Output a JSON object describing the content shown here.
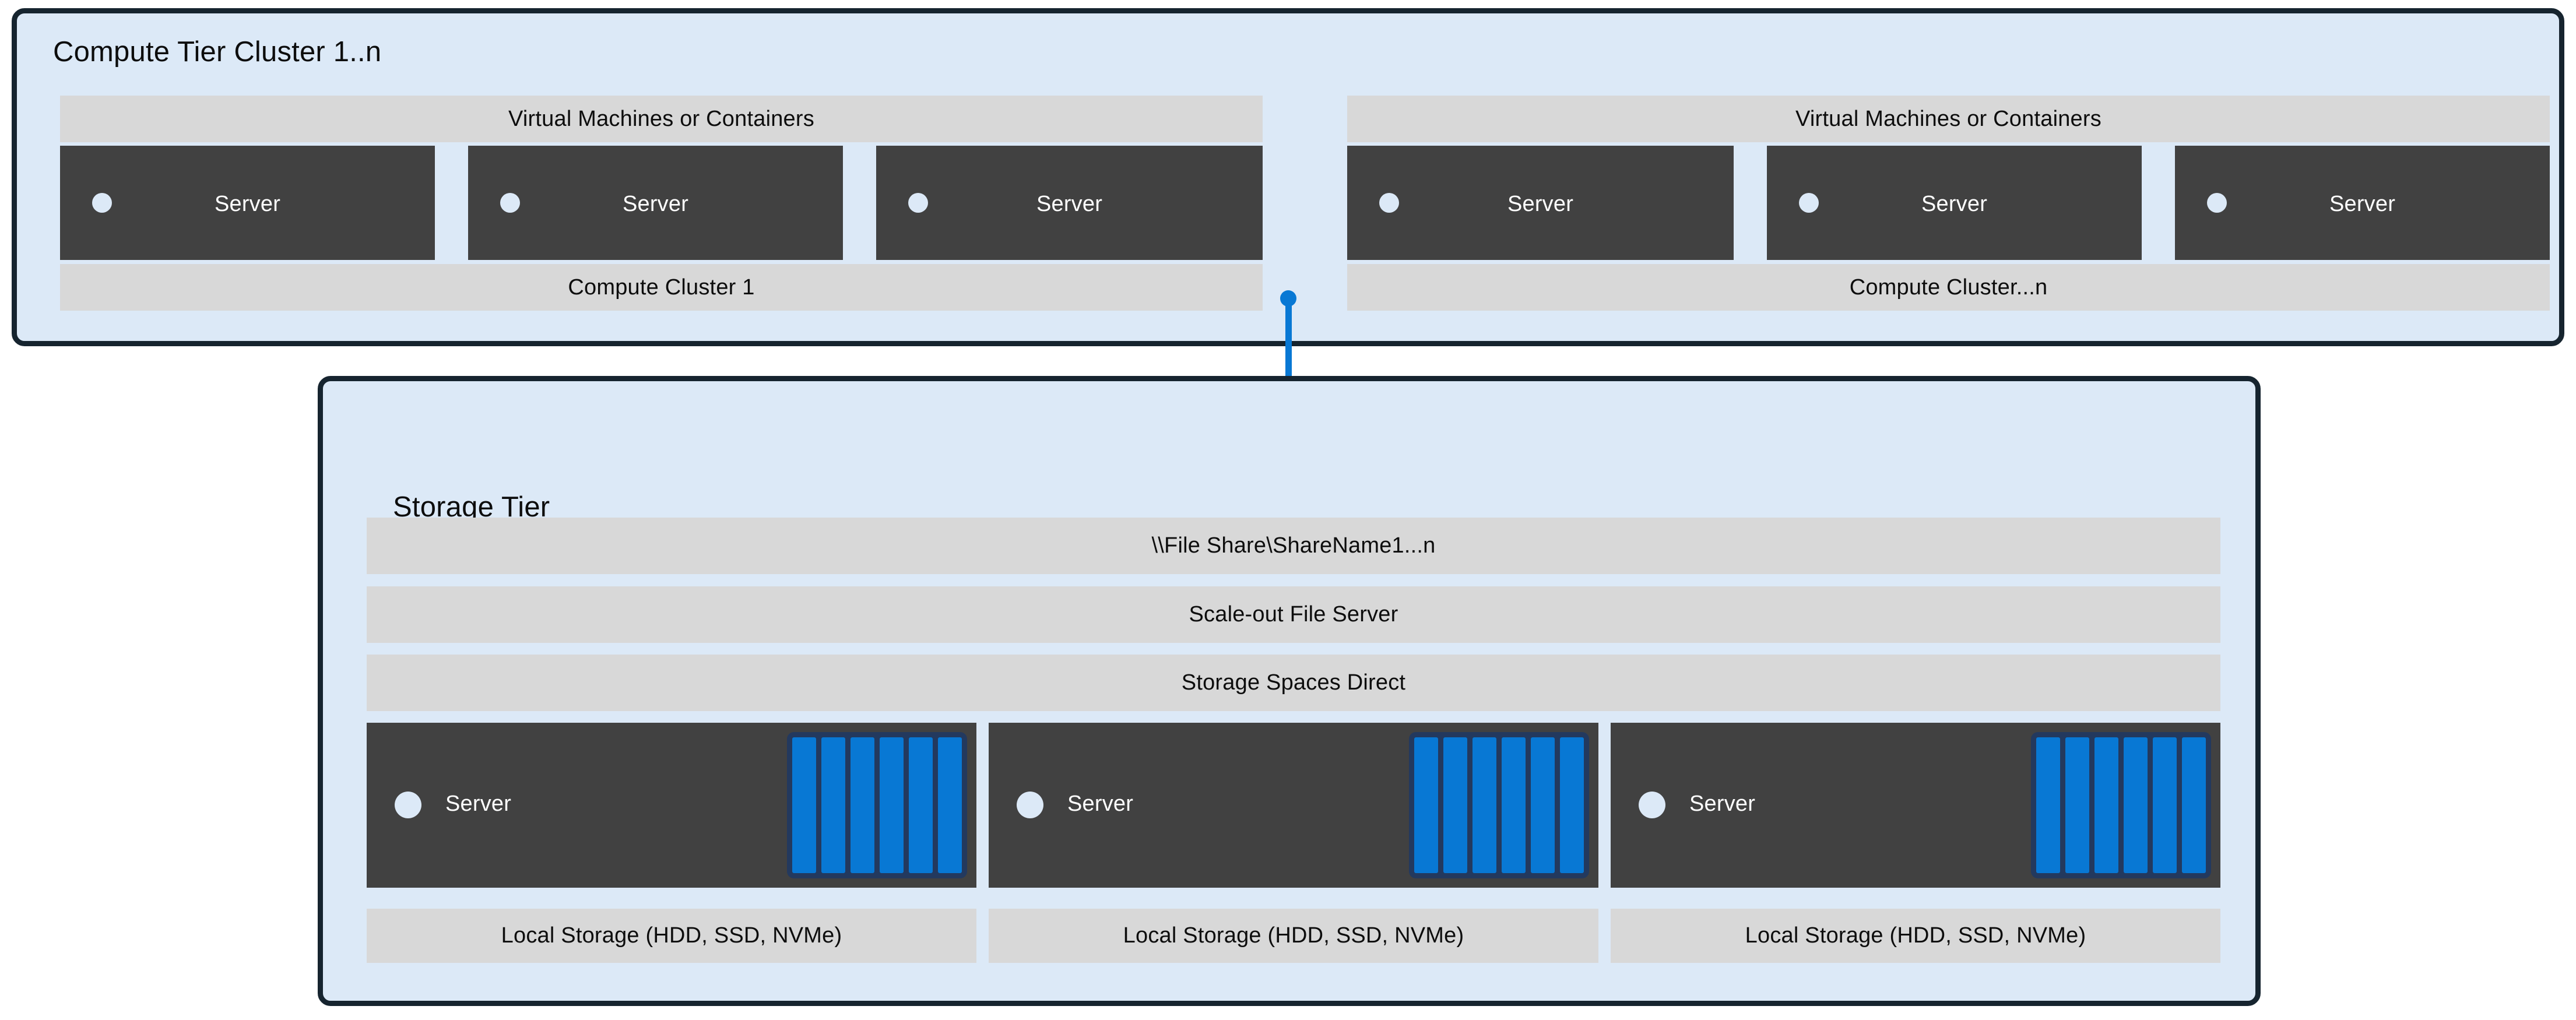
{
  "colors": {
    "tier_fill": "#dce9f7",
    "tier_border": "#16242f",
    "band_fill": "#d8d8d8",
    "server_fill": "#414141",
    "accent_blue": "#0878d4",
    "drive_frame": "#23395e",
    "led_fill": "#dce9f7",
    "text_dark": "#0d0d0d",
    "text_light": "#ffffff"
  },
  "compute_tier": {
    "title": "Compute Tier Cluster 1..n",
    "clusters": [
      {
        "top_band": "Virtual Machines or Containers",
        "bottom_band": "Compute Cluster 1",
        "servers": [
          {
            "label": "Server"
          },
          {
            "label": "Server"
          },
          {
            "label": "Server"
          }
        ]
      },
      {
        "top_band": "Virtual Machines or Containers",
        "bottom_band": "Compute Cluster...n",
        "servers": [
          {
            "label": "Server"
          },
          {
            "label": "Server"
          },
          {
            "label": "Server"
          }
        ]
      }
    ]
  },
  "connector": {
    "icon": "folder-icon",
    "line_color": "#0878d4"
  },
  "storage_tier": {
    "title": "Storage Tier",
    "bands": [
      "\\\\File Share\\ShareName1...n",
      "Scale-out File Server",
      "Storage Spaces Direct"
    ],
    "servers": [
      {
        "label": "Server",
        "drive_count": 6,
        "local_storage": "Local Storage (HDD, SSD, NVMe)"
      },
      {
        "label": "Server",
        "drive_count": 6,
        "local_storage": "Local Storage (HDD, SSD, NVMe)"
      },
      {
        "label": "Server",
        "drive_count": 6,
        "local_storage": "Local Storage (HDD, SSD, NVMe)"
      }
    ]
  }
}
